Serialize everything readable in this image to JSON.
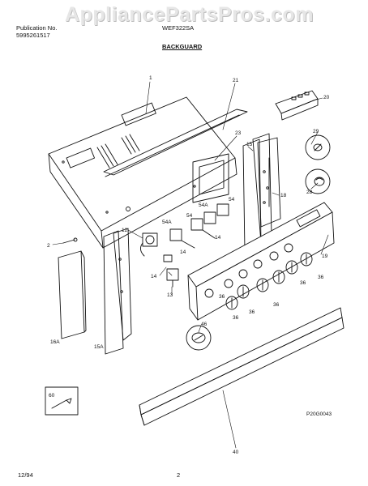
{
  "header": {
    "publication_label": "Publication No.",
    "publication_number": "5995261517",
    "model": "WEF322SA",
    "section_title": "BACKGUARD"
  },
  "watermark": "AppliancePartsPros.com",
  "diagram": {
    "part_labels": [
      "1",
      "21",
      "20",
      "23",
      "15",
      "29",
      "28",
      "18",
      "54",
      "54A",
      "54",
      "54A",
      "14",
      "12",
      "14",
      "19",
      "14",
      "13",
      "36",
      "36",
      "36",
      "36",
      "36",
      "36",
      "2",
      "46",
      "16A",
      "15A",
      "60",
      "40"
    ],
    "drawing_code": "P20G0043"
  },
  "footer": {
    "date": "12/94",
    "page_number": "2"
  },
  "colors": {
    "ink": "#111111",
    "paper": "#ffffff",
    "watermark": "#e6e6e6"
  }
}
